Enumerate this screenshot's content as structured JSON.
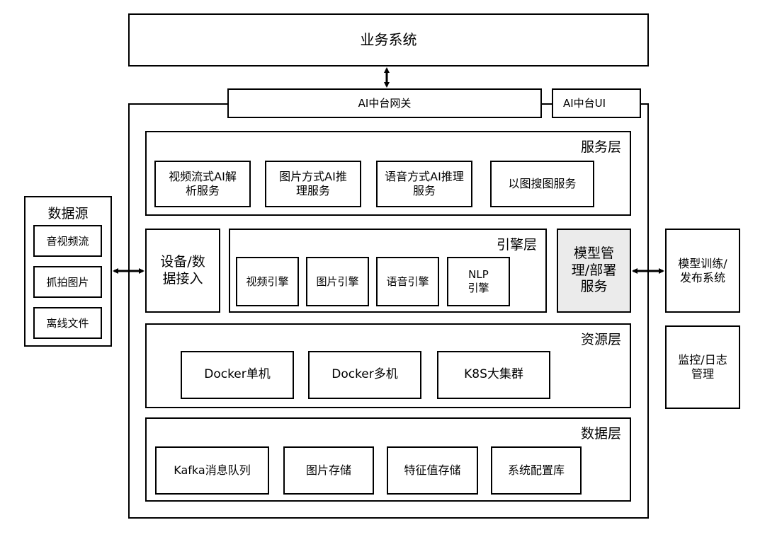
{
  "top": {
    "business_system": "业务系统"
  },
  "gateway": {
    "label": "AI中台网关",
    "ui_label": "AI中台UI"
  },
  "service_layer": {
    "title": "服务层",
    "items": [
      "视频流式AI解\n析服务",
      "图片方式AI推\n理服务",
      "语音方式AI推理\n服务",
      "以图搜图服务"
    ]
  },
  "device_access": "设备/数\n据接入",
  "engine_layer": {
    "title": "引擎层",
    "items": [
      "视频引擎",
      "图片引擎",
      "语音引擎",
      "NLP\n引擎"
    ]
  },
  "model_management": "模型管\n理/部署\n服务",
  "resource_layer": {
    "title": "资源层",
    "items": [
      "Docker单机",
      "Docker多机",
      "K8S大集群"
    ]
  },
  "data_layer": {
    "title": "数据层",
    "items": [
      "Kafka消息队列",
      "图片存储",
      "特征值存储",
      "系统配置库"
    ]
  },
  "data_source": {
    "title": "数据源",
    "items": [
      "音视频流",
      "抓拍图片",
      "离线文件"
    ]
  },
  "right_side": {
    "training": "模型训练/\n发布系统",
    "monitoring": "监控/日志\n管理"
  }
}
